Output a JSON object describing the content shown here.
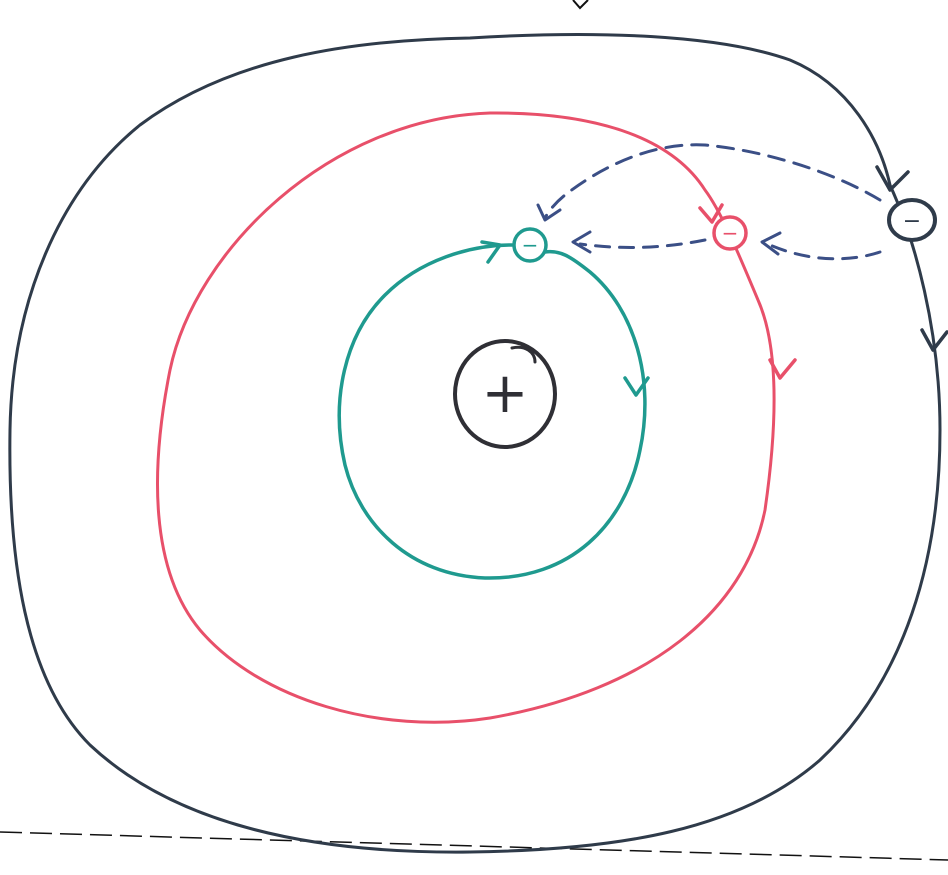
{
  "diagram": {
    "nucleus": {
      "symbol": "+",
      "color": "#2f2f35"
    },
    "orbits": [
      {
        "level": 1,
        "color": "#1f9a8f"
      },
      {
        "level": 2,
        "color": "#e8506a"
      },
      {
        "level": 3,
        "color": "#2f3b4a"
      }
    ],
    "electrons": [
      {
        "orbit": 1,
        "symbol": "−",
        "color": "#1f9a8f"
      },
      {
        "orbit": 2,
        "symbol": "−",
        "color": "#e8506a"
      },
      {
        "orbit": 3,
        "symbol": "−",
        "color": "#2f3b4a"
      }
    ],
    "transitions": {
      "style": "dashed",
      "color": "#3b4f86"
    }
  }
}
